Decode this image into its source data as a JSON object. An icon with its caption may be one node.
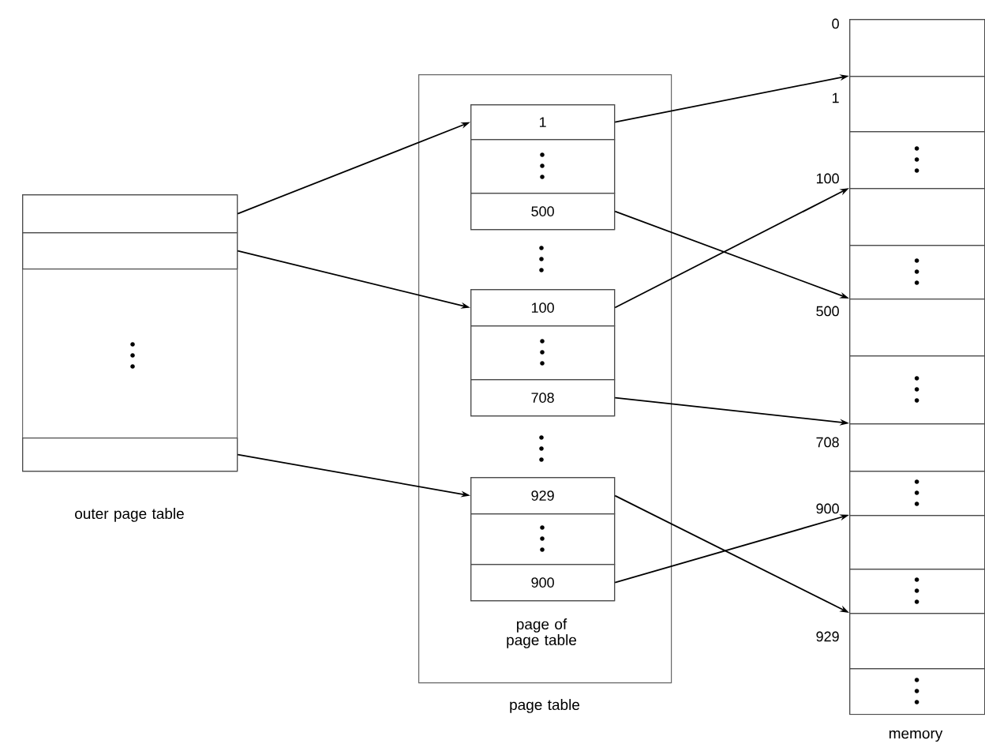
{
  "diagram": {
    "nodes": [
      {
        "text": [
          "outer page table"
        ]
      },
      {
        "text": [],
        "shape": "box",
        "in": 0
      },
      {
        "text": [],
        "shape": "box",
        "in": 0
      },
      {
        "text": [],
        "shape": "box",
        "in": 0
      },
      {
        "text": [
          "page table"
        ]
      },
      {
        "text": [],
        "shape": "box",
        "in": 4
      },
      {
        "text": [
          "1"
        ],
        "in": 5
      },
      {
        "text": [],
        "shape": "box",
        "in": 5
      },
      {
        "text": [
          "500"
        ],
        "in": 5
      },
      {
        "text": [],
        "shape": "box",
        "in": 4
      },
      {
        "text": [
          "100"
        ],
        "in": 9
      },
      {
        "text": [],
        "shape": "box",
        "in": 9
      },
      {
        "text": [
          "708"
        ],
        "in": 9
      },
      {
        "text": [
          "page of page table"
        ],
        "in": 4
      },
      {
        "text": [
          "929"
        ],
        "in": 13
      },
      {
        "text": [],
        "shape": "box",
        "in": 13
      },
      {
        "text": [
          "900"
        ],
        "in": 13
      },
      {
        "text": [
          "memory"
        ]
      },
      {
        "text": [],
        "shape": "box",
        "in": 17,
        "beside": [
          "0"
        ]
      },
      {
        "text": [],
        "shape": "box",
        "in": 17,
        "beside": [
          "1"
        ]
      },
      {
        "text": [],
        "shape": "box",
        "in": 17
      },
      {
        "text": [],
        "shape": "box",
        "in": 17,
        "beside": [
          "100"
        ]
      },
      {
        "text": [],
        "shape": "box",
        "in": 17
      },
      {
        "text": [],
        "shape": "box",
        "in": 17,
        "beside": [
          "500"
        ]
      },
      {
        "text": [],
        "shape": "box",
        "in": 17
      },
      {
        "text": [],
        "shape": "box",
        "in": 17,
        "beside": [
          "708"
        ]
      },
      {
        "text": [],
        "shape": "box",
        "in": 17
      },
      {
        "text": [],
        "shape": "box",
        "in": 17,
        "beside": [
          "900"
        ]
      },
      {
        "text": [],
        "shape": "box",
        "in": 17
      },
      {
        "text": [],
        "shape": "box",
        "in": 17,
        "beside": [
          "929"
        ]
      },
      {
        "text": [],
        "shape": "box",
        "in": 17
      }
    ],
    "edges": [
      {
        "from": 1,
        "to": 6,
        "arrow": "to"
      },
      {
        "from": 2,
        "to": 10,
        "arrow": "to"
      },
      {
        "from": 3,
        "to": 14,
        "arrow": "to"
      },
      {
        "from": 6,
        "to": 19,
        "arrow": "to"
      },
      {
        "from": 8,
        "to": 23,
        "arrow": "to"
      },
      {
        "from": 10,
        "to": 21,
        "arrow": "to"
      },
      {
        "from": 12,
        "to": 25,
        "arrow": "to"
      },
      {
        "from": 14,
        "to": 29,
        "arrow": "to"
      },
      {
        "from": 16,
        "to": 27,
        "arrow": "to"
      }
    ]
  }
}
